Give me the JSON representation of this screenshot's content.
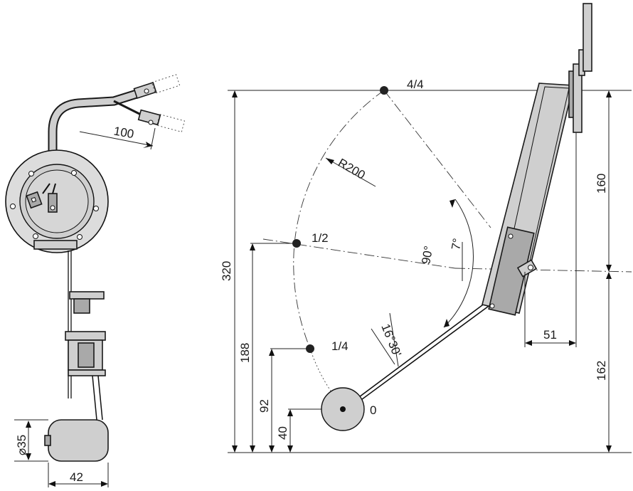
{
  "dimensions": {
    "wire_length": "100",
    "float_diameter": "⌀35",
    "float_width": "42",
    "radius": "R200",
    "total_height": "320",
    "upper_height": "160",
    "lower_height": "162",
    "half_level": "188",
    "quarter_level": "92",
    "empty_level": "40",
    "offset": "51",
    "right_angle": "90°",
    "tilt_angle": "7°",
    "sweep_angle": "16°30'"
  },
  "positions": {
    "full": "4/4",
    "half": "1/2",
    "quarter": "1/4",
    "empty": "0"
  }
}
